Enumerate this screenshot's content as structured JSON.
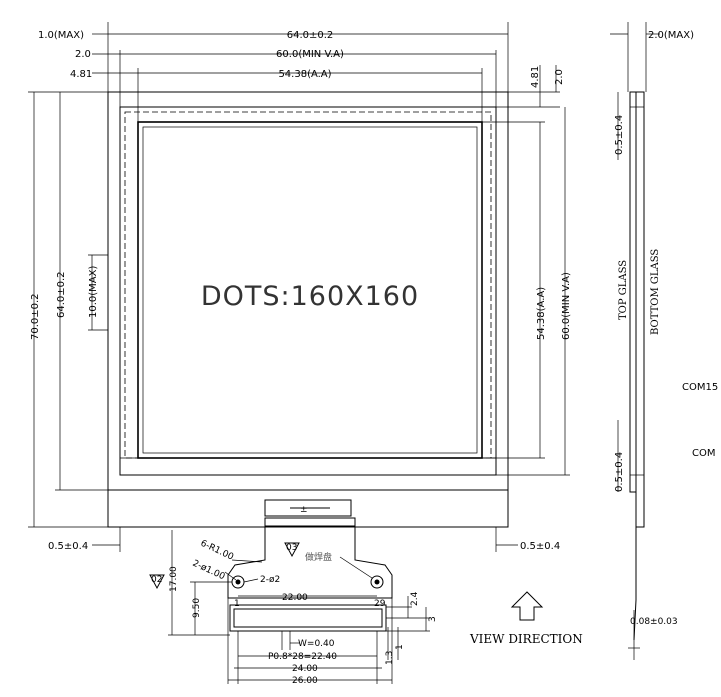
{
  "front_view": {
    "dim_1_0_max": "1.0(MAX)",
    "dim_2_0": "2.0",
    "dim_4_81": "4.81",
    "dim_64": "64.0±0.2",
    "dim_60": "60.0(MIN  V.A)",
    "dim_54": "54.38(A.A)",
    "dim_r_4_81": "4.81",
    "dim_r_2_0": "2.0",
    "dim_70": "70.0±0.2",
    "dim_64_v": "64.0±0.2",
    "dim_10_max": "10.0(MAX)",
    "dim_54_v": "54.38(A.A)",
    "dim_60_v": "60.0(MIN  V.A)",
    "display_label": "DOTS:160X160",
    "dim_0_5_left": "0.5±0.4",
    "dim_0_5_right": "0.5±0.4"
  },
  "fpc": {
    "r_label": "6-R1.00",
    "hole_label_a": "2-ø1.00",
    "hole_label_b": "2-ø2",
    "marker_left": "02",
    "marker_top": "03",
    "solder_pad": "做焊盘",
    "dim_17": "17.00",
    "dim_9_5": "9.50",
    "dim_22": "22.00",
    "pin_1": "1",
    "pin_29": "29",
    "dim_2_4": "2.4",
    "dim_3": "3",
    "dim_1_3": "1.3",
    "dim_1": "1",
    "pad_width": "W=0.40",
    "pitch": "P0.8*28=22.40",
    "dim_24": "24.00",
    "dim_26": "26.00"
  },
  "view_direction": "VIEW  DIRECTION",
  "side_view": {
    "dim_2_0_max": "2.0(MAX)",
    "dim_0_5_top": "0.5±0.4",
    "dim_0_5_bottom": "0.5±0.4",
    "top_glass": "TOP  GLASS",
    "bottom_glass": "BOTTOM  GLASS",
    "dim_0_08": "0.08±0.03"
  },
  "com_labels": [
    "COM15",
    "COM"
  ]
}
